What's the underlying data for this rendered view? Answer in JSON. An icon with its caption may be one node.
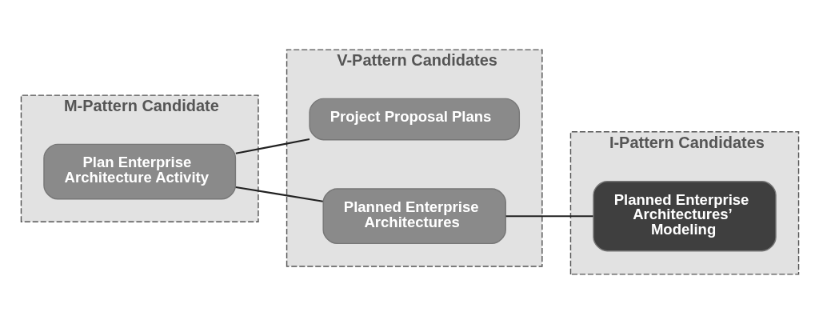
{
  "diagram": {
    "nodes": [
      {
        "text": [
          "M-Pattern Candidate"
        ]
      },
      {
        "text": [
          "V-Pattern Candidates"
        ]
      },
      {
        "text": [
          "I-Pattern Candidates"
        ]
      },
      {
        "text": [
          "Plan Enterprise Architecture Activity"
        ],
        "in": 0
      },
      {
        "text": [
          "Project Proposal Plans"
        ],
        "in": 1
      },
      {
        "text": [
          "Planned Enterprise Architectures"
        ],
        "in": 1
      },
      {
        "text": [
          "Planned Enterprise Architectures’ Modeling"
        ],
        "in": 2
      }
    ],
    "edges": [
      {
        "from": 3,
        "to": 4,
        "arrow": "none"
      },
      {
        "from": 3,
        "to": 5,
        "arrow": "none"
      },
      {
        "from": 5,
        "to": 6,
        "arrow": "none"
      }
    ]
  }
}
